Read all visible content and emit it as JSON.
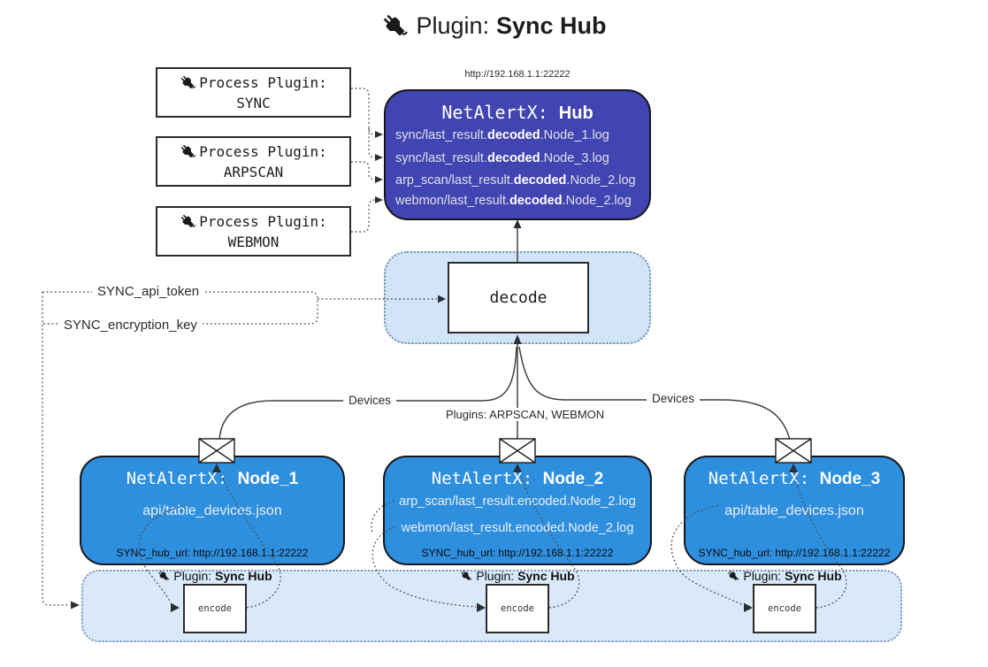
{
  "title": {
    "prefix": "Plugin: ",
    "bold": "Sync Hub"
  },
  "hub": {
    "url": "http://192.168.1.1:22222",
    "name_mono": "NetAlertX: ",
    "name_bold": "Hub",
    "logs": [
      {
        "pre": "sync/last_result.",
        "bold": "decoded",
        "post": ".Node_1.log"
      },
      {
        "pre": "sync/last_result.",
        "bold": "decoded",
        "post": ".Node_3.log"
      },
      {
        "pre": "arp_scan/last_result.",
        "bold": "decoded",
        "post": ".Node_2.log"
      },
      {
        "pre": "webmon/last_result.",
        "bold": "decoded",
        "post": ".Node_2.log"
      }
    ]
  },
  "process_plugins": [
    {
      "label": "Process Plugin:",
      "name": "SYNC"
    },
    {
      "label": "Process Plugin:",
      "name": "ARPSCAN"
    },
    {
      "label": "Process Plugin:",
      "name": "WEBMON"
    }
  ],
  "decode": {
    "label": "decode"
  },
  "encode_label": "encode",
  "config": {
    "api_token": "SYNC_api_token",
    "encryption_key": "SYNC_encryption_key"
  },
  "edges": {
    "devices_left": "Devices",
    "devices_right": "Devices",
    "plugins_mid": "Plugins: ARPSCAN, WEBMON"
  },
  "nodes": [
    {
      "name_mono": "NetAlertX: ",
      "name_bold": "Node_1",
      "lines": [
        "api/table_devices.json"
      ],
      "hub_url": "SYNC_hub_url: http://192.168.1.1:22222"
    },
    {
      "name_mono": "NetAlertX: ",
      "name_bold": "Node_2",
      "lines": [
        "arp_scan/last_result.encoded.Node_2.log",
        "webmon/last_result.encoded.Node_2.log"
      ],
      "hub_url": "SYNC_hub_url: http://192.168.1.1:22222"
    },
    {
      "name_mono": "NetAlertX: ",
      "name_bold": "Node_3",
      "lines": [
        "api/table_devices.json"
      ],
      "hub_url": "SYNC_hub_url: http://192.168.1.1:22222"
    }
  ],
  "sync_hub_plugin_label": {
    "prefix": "Plugin: ",
    "bold": "Sync Hub"
  },
  "colors": {
    "hub_fill": "#4145b2",
    "node_fill": "#2e8fde",
    "band_fill": "#d9e9fa",
    "decode_panel_fill": "#d2e5f8",
    "line": "#3c4046"
  }
}
